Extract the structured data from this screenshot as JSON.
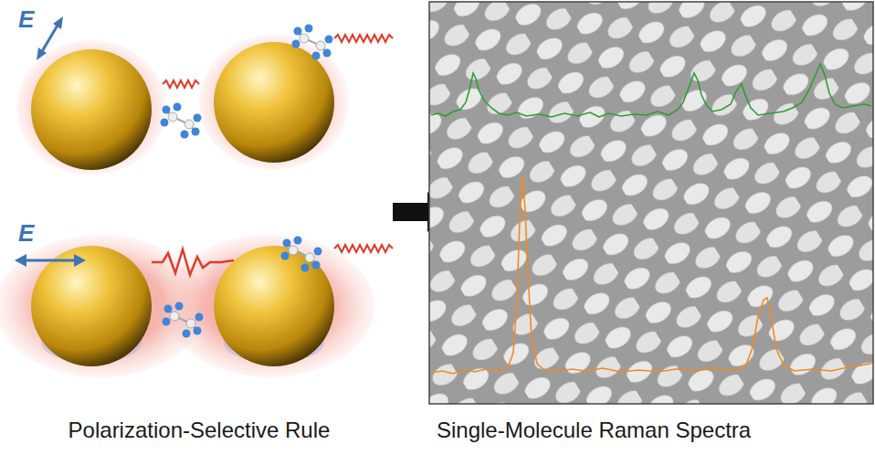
{
  "diagram": {
    "labels": [
      "E",
      "E",
      "Polarization-Selective Rule",
      "Single-Molecule Raman Spectra"
    ]
  }
}
